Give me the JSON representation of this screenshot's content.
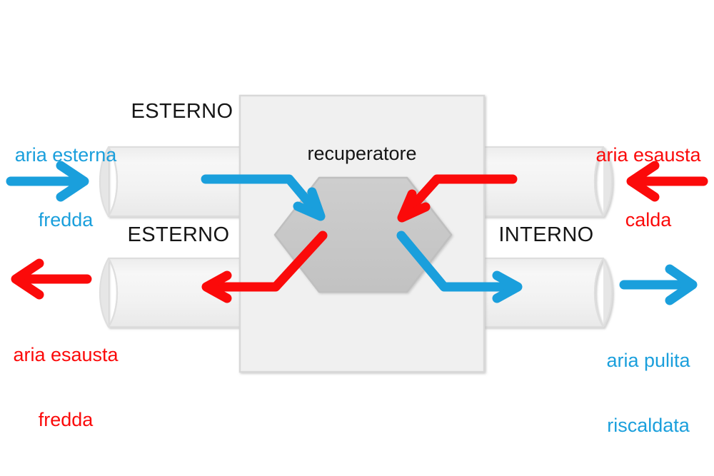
{
  "diagram": {
    "title_hidden": "",
    "colors": {
      "cold_air_blue": "#1a9fdc",
      "hot_air_red": "#fb0a0a",
      "housing_fill": "#f0f0f0",
      "housing_stroke": "#d4d4d4",
      "duct_fill": "#f2f2f2",
      "duct_stroke": "#dcdcdc",
      "core_fill": "#c9c9c9",
      "core_stroke": "#bdbdbd",
      "text_dark": "#151515",
      "background": "#ffffff"
    },
    "core": {
      "label": "recuperatore",
      "shape": "hexagon"
    },
    "zones": [
      {
        "name": "zone-outside-top",
        "label": "ESTERNO"
      },
      {
        "name": "zone-outside-bottom",
        "label": "ESTERNO"
      },
      {
        "name": "zone-inside-bottom",
        "label": "INTERNO"
      }
    ],
    "flows": [
      {
        "id": "intake-fresh-cold",
        "label": "aria esterna\nfredda",
        "label_line1": "aria esterna",
        "label_line2": "fredda",
        "color_key": "cold_air_blue",
        "color": "#1a9fdc",
        "direction": "left-to-right",
        "position": "top-left",
        "arrow_icon": "arrow-right-icon"
      },
      {
        "id": "exhaust-stale-warm",
        "label": "aria esausta\ncalda",
        "label_line1": "aria esausta",
        "label_line2": "calda",
        "color_key": "hot_air_red",
        "color": "#fb0a0a",
        "direction": "right-to-left",
        "position": "top-right",
        "arrow_icon": "arrow-left-icon"
      },
      {
        "id": "exhaust-stale-cold",
        "label": "aria esausta\nfredda",
        "label_line1": "aria esausta",
        "label_line2": "fredda",
        "color_key": "hot_air_red",
        "color": "#fb0a0a",
        "direction": "right-to-left",
        "position": "bottom-left",
        "arrow_icon": "arrow-left-icon"
      },
      {
        "id": "supply-clean-heated",
        "label": "aria pulita\nriscaldata",
        "label_line1": "aria pulita",
        "label_line2": "riscaldata",
        "color_key": "cold_air_blue",
        "color": "#1a9fdc",
        "direction": "left-to-right",
        "position": "bottom-right",
        "arrow_icon": "arrow-right-icon"
      }
    ],
    "internal_paths": [
      {
        "id": "path-fresh-in",
        "color": "#1a9fdc",
        "from": "top-left-duct",
        "to": "core-upper-left"
      },
      {
        "id": "path-stale-in",
        "color": "#fb0a0a",
        "from": "top-right-duct",
        "to": "core-upper-right"
      },
      {
        "id": "path-stale-out",
        "color": "#fb0a0a",
        "from": "core-lower-left",
        "to": "bottom-left-duct"
      },
      {
        "id": "path-supply-out",
        "color": "#1a9fdc",
        "from": "core-lower-right",
        "to": "bottom-right-duct"
      }
    ]
  }
}
